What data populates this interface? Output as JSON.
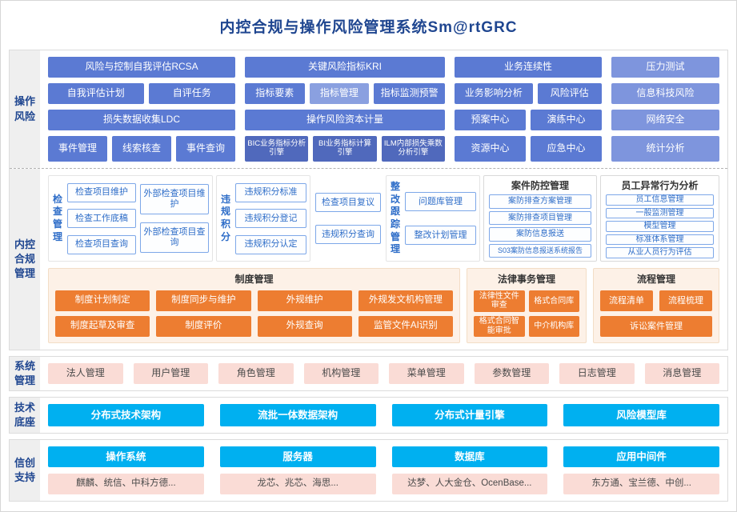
{
  "title": "内控合规与操作风险管理系统Sm@rtGRC",
  "colors": {
    "title_blue": "#1F4690",
    "btn_blue": "#5B7AD3",
    "btn_blue_light": "#7E95DD",
    "btn_blue_dark": "#5069BC",
    "outline_blue": "#2E6DC8",
    "orange": "#ED7D31",
    "cyan": "#00B0F0",
    "pink": "#FADCD6",
    "side_label_bg": "#EFEFEF"
  },
  "opr": {
    "label": "操作风险",
    "rcsa": "风险与控制自我评估RCSA",
    "kri": "关键风险指标KRI",
    "bcm": "业务连续性",
    "stress": "压力测试",
    "self_plan": "自我评估计划",
    "self_task": "自评任务",
    "kri_elem": "指标要素",
    "kri_mgmt": "指标管理",
    "kri_warn": "指标监测预警",
    "bia": "业务影响分析",
    "risk_eval": "风险评估",
    "it_risk": "信息科技风险",
    "ldc": "损失数据收集LDC",
    "capital": "操作风险资本计量",
    "plan_center": "预案中心",
    "drill_center": "演练中心",
    "cyber": "网络安全",
    "event_mgmt": "事件管理",
    "clue_check": "线索核查",
    "event_query": "事件查询",
    "bic_engine": "BIC业务指标分析引擎",
    "bi_engine": "BI业务指标计算引擎",
    "ilm_engine": "ILM内部损失乘数分析引擎",
    "resource_center": "资源中心",
    "emergency_center": "应急中心",
    "stats": "统计分析"
  },
  "comp": {
    "label": "内控合规管理",
    "inspection_label": "检查管理",
    "inspection_a": [
      "检查项目维护",
      "检查工作底稿",
      "检查项目查询"
    ],
    "inspection_b": [
      "外部检查项目维护",
      "外部检查项目查询"
    ],
    "violation_label": "违规积分",
    "violation": [
      "违规积分标准",
      "违规积分登记",
      "违规积分认定"
    ],
    "review": [
      "检查项目复议",
      "违规积分查询"
    ],
    "rectify_label": "整改跟踪管理",
    "rectify": [
      "问题库管理",
      "整改计划管理"
    ],
    "case_label": "案件防控管理",
    "case_items": [
      "案防排查方案管理",
      "案防排查项目管理",
      "案防信息报送",
      "S03案防信息报送系统报告"
    ],
    "behavior_label": "员工异常行为分析",
    "behavior_items": [
      "员工信息管理",
      "一般监测管理",
      "模型管理",
      "标准体系管理",
      "从业人员行为评估"
    ],
    "policy_label": "制度管理",
    "policy_r1": [
      "制度计划制定",
      "制度同步与维护",
      "外规维护",
      "外规发文机构管理"
    ],
    "policy_r2": [
      "制度起草及审查",
      "制度评价",
      "外规查询",
      "监管文件AI识别"
    ],
    "legal_label": "法律事务管理",
    "legal_items": [
      "法律性文件审查",
      "格式合同库",
      "格式合同智能审批",
      "中介机构库"
    ],
    "process_label": "流程管理",
    "process_items": [
      "流程清单",
      "流程梳理",
      "诉讼案件管理"
    ]
  },
  "sys": {
    "label": "系统管理",
    "items": [
      "法人管理",
      "用户管理",
      "角色管理",
      "机构管理",
      "菜单管理",
      "参数管理",
      "日志管理",
      "消息管理"
    ]
  },
  "tech": {
    "label": "技术底座",
    "items": [
      "分布式技术架构",
      "流批一体数据架构",
      "分布式计量引擎",
      "风险模型库"
    ]
  },
  "xc": {
    "label": "信创支持",
    "cats": [
      "操作系统",
      "服务器",
      "数据库",
      "应用中间件"
    ],
    "vendors": [
      "麒麟、统信、中科方德...",
      "龙芯、兆芯、海思...",
      "达梦、人大金仓、OcenBase...",
      "东方通、宝兰德、中创..."
    ]
  }
}
